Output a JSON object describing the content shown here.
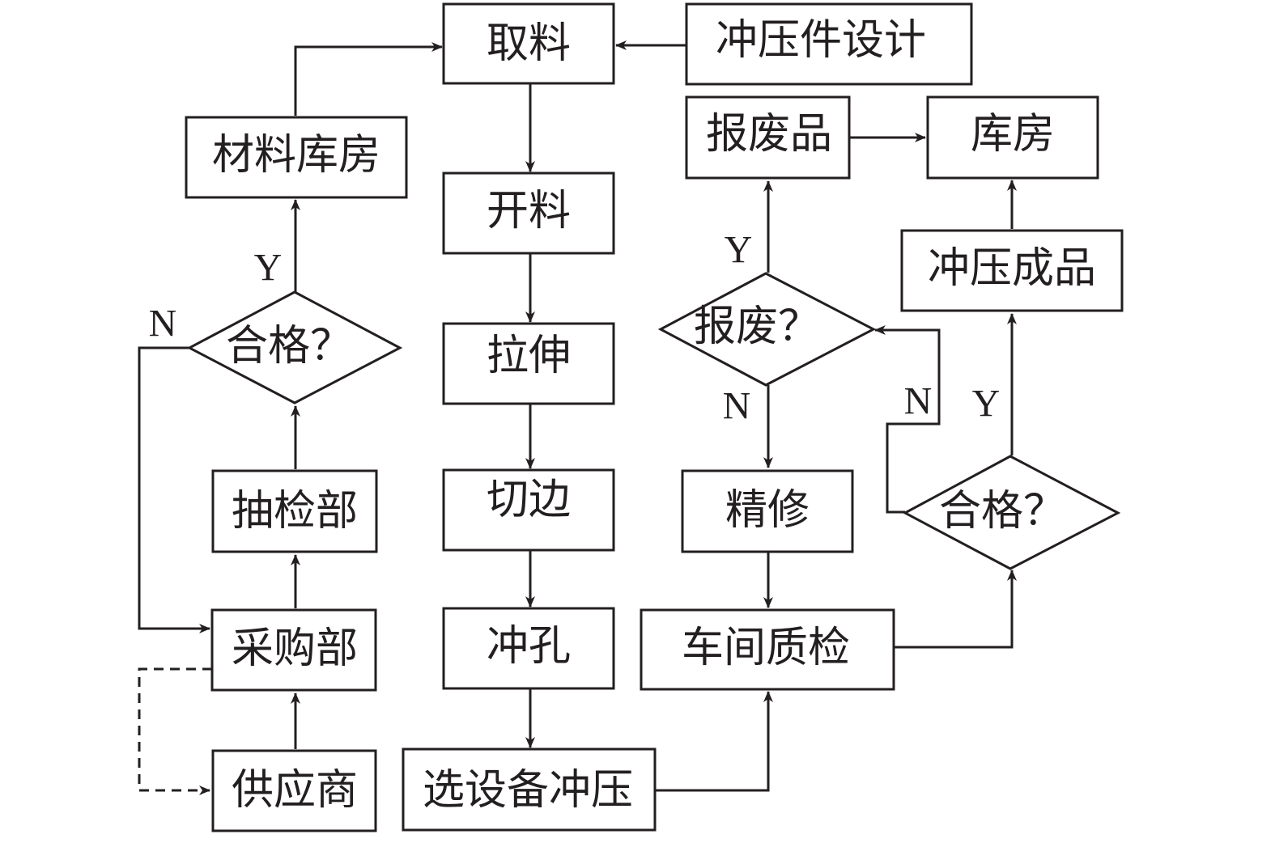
{
  "diagram": {
    "nodes": {
      "n_quliao": "取料",
      "n_sheji": "冲压件设计",
      "n_cailiao": "材料库房",
      "n_kailiao": "开料",
      "n_baofeipin": "报废品",
      "n_kufang": "库房",
      "n_lashen": "拉伸",
      "n_chongyachengpin": "冲压成品",
      "n_hege1": "合格？",
      "n_baofei": "报废？",
      "n_qiebian": "切边",
      "n_choujian": "抽检部",
      "n_jingxiu": "精修",
      "n_hege2": "合格？",
      "n_chongkong": "冲孔",
      "n_caigou": "采购部",
      "n_chejian": "车间质检",
      "n_gongying": "供应商",
      "n_xuanshebei": "选设备冲压"
    },
    "edge_labels": {
      "hege1_yes": "Y",
      "hege1_no": "N",
      "baofei_yes": "Y",
      "baofei_no": "N",
      "hege2_no": "N",
      "hege2_yes": "Y"
    }
  }
}
